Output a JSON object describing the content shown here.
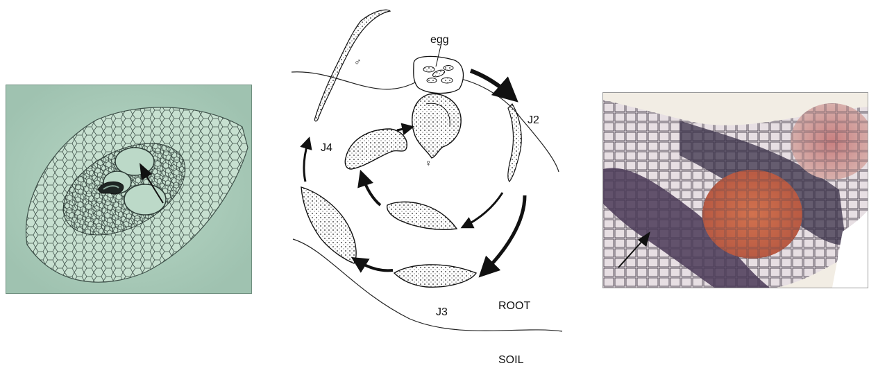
{
  "diagram": {
    "labels": {
      "egg": "egg",
      "j2": "J2",
      "j3": "J3",
      "j4": "J4",
      "male_symbol": "♂",
      "female_symbol": "♀",
      "root": "ROOT",
      "soil": "SOIL"
    }
  }
}
